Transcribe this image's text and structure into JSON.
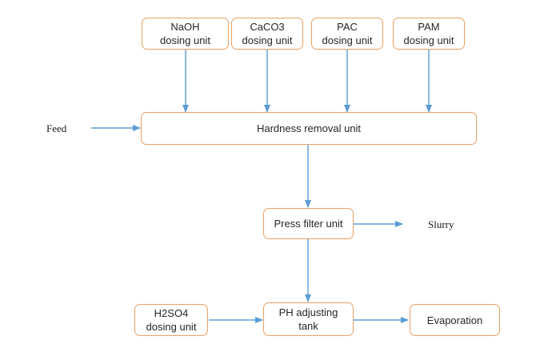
{
  "colors": {
    "box_border": "#e8a064",
    "arrow": "#5b9bd5",
    "text": "#262626"
  },
  "dosing_units": {
    "naoh": "NaOH\ndosing unit",
    "caco3": "CaCO3\ndosing unit",
    "pac": "PAC\ndosing unit",
    "pam": "PAM\ndosing unit",
    "h2so4": "H2SO4\ndosing unit"
  },
  "process_units": {
    "hardness_removal": "Hardness removal unit",
    "press_filter": "Press filter unit",
    "ph_adjusting": "PH adjusting\ntank",
    "evaporation": "Evaporation"
  },
  "labels": {
    "feed": "Feed",
    "slurry": "Slurry"
  }
}
